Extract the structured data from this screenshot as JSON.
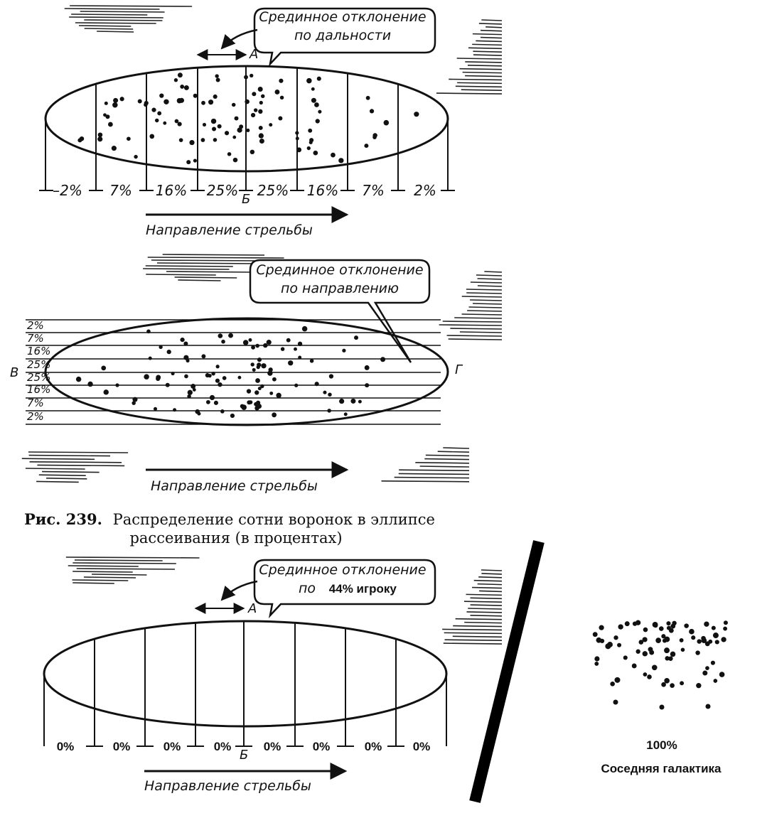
{
  "diagram1": {
    "callout": [
      "Срединное отклонение",
      "по дальности"
    ],
    "label_a": "А",
    "label_b": "Б",
    "percents": [
      "–2%",
      "7%",
      "16%",
      "25%",
      "25%",
      "16%",
      "7%",
      "2%"
    ],
    "direction": "Направление стрельбы"
  },
  "diagram2": {
    "callout": [
      "Срединное отклонение",
      "по направлению"
    ],
    "label_left": "В",
    "label_right": "Г",
    "percents": [
      "2%",
      "7%",
      "16%",
      "25%",
      "25%",
      "16%",
      "7%",
      "2%"
    ],
    "direction": "Направление стрельбы"
  },
  "caption": {
    "prefix": "Рис. 239.",
    "line1": "Распределение сотни воронок в эллипсе",
    "line2": "рассеивания (в процентах)"
  },
  "diagram3": {
    "callout_line1": "Срединное отклонение",
    "callout_line2_a": "по",
    "callout_line2_b": "44% игроку",
    "label_a": "А",
    "label_b": "Б",
    "percents": [
      "0%",
      "0%",
      "0%",
      "0%",
      "0%",
      "0%",
      "0%",
      "0%"
    ],
    "direction": "Направление стрельбы"
  },
  "galaxy": {
    "percent": "100%",
    "label": "Соседняя галактика"
  },
  "colors": {
    "ink": "#111111",
    "paper": "#ffffff"
  }
}
